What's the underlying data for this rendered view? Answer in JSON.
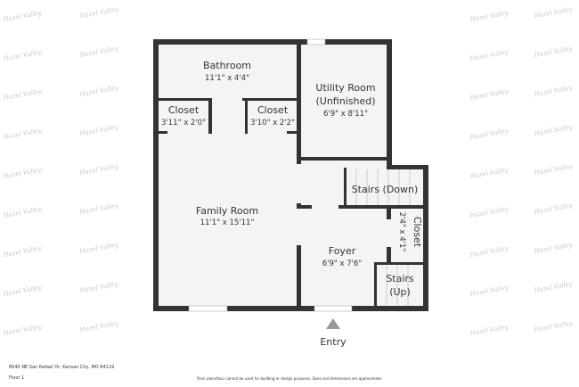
{
  "watermark": "Hazel Valley",
  "rooms": [
    {
      "name": "Bathroom",
      "dims": "11'1\" x 4'4\""
    },
    {
      "name": "Utility Room",
      "name2": "(Unfinished)",
      "dims": "6'9\" x 8'11\""
    },
    {
      "name": "Closet",
      "dims": "3'11\" x 2'0\""
    },
    {
      "name": "Closet",
      "dims": "3'10\" x 2'2\""
    },
    {
      "name": "Family Room",
      "dims": "11'1\" x 15'11\""
    },
    {
      "name": "Stairs (Down)"
    },
    {
      "name": "Foyer",
      "dims": "6'9\" x 7'6\""
    },
    {
      "name": "Closet",
      "dims": "2'4\" x 4'1\""
    },
    {
      "name": "Stairs",
      "name2": "(Up)"
    }
  ],
  "entry_label": "Entry",
  "address": "8040 NE San Rafael Dr, Kansas City, MO 64119",
  "floor": "Floor 1",
  "disclaimer": "Floor plans/tour cannot be used for building or design purposes. Sizes and dimensions are approximate.",
  "colors": {
    "wall": "#333333",
    "floor": "#f4f4f4"
  }
}
